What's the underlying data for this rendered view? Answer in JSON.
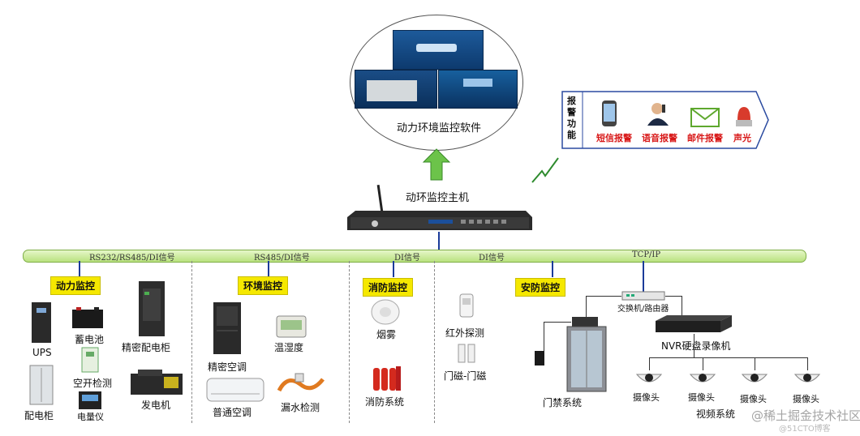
{
  "software": {
    "label": "动力环境监控软件"
  },
  "host": {
    "label": "动环监控主机"
  },
  "alarm": {
    "title": "报警功能",
    "items": [
      {
        "label": "短信报警",
        "icon": "phone-icon"
      },
      {
        "label": "语音报警",
        "icon": "person-calling-icon"
      },
      {
        "label": "邮件报警",
        "icon": "envelope-icon"
      },
      {
        "label": "声光",
        "icon": "alarm-light-icon"
      }
    ]
  },
  "bus": {
    "labels": [
      "RS232/RS485/DI信号",
      "RS485/DI信号",
      "DI信号",
      "DI信号",
      "TCP/IP"
    ]
  },
  "sections": {
    "power": {
      "title": "动力监控",
      "devices": [
        "UPS",
        "蓄电池",
        "精密配电柜",
        "空开检测",
        "配电柜",
        "电量仪",
        "发电机"
      ]
    },
    "env": {
      "title": "环境监控",
      "devices": [
        "温湿度",
        "精密空调",
        "普通空调",
        "漏水检测"
      ]
    },
    "fire": {
      "title": "消防监控",
      "devices": [
        "烟雾",
        "消防系统"
      ]
    },
    "sensors": {
      "devices": [
        "红外探测",
        "门磁-门磁"
      ]
    },
    "security": {
      "title": "安防监控",
      "devices": [
        "交换机/路由器",
        "NVR硬盘录像机",
        "门禁系统",
        "摄像头",
        "摄像头",
        "摄像头",
        "摄像头",
        "视频系统"
      ]
    }
  },
  "watermark": {
    "text": "@稀土掘金技术社区",
    "sub": "@51CTO博客"
  },
  "colors": {
    "bus": "#c9ec9a",
    "category_bg": "#f5e800",
    "alarm_text": "#d81818",
    "arrow": "#6cc34a"
  }
}
